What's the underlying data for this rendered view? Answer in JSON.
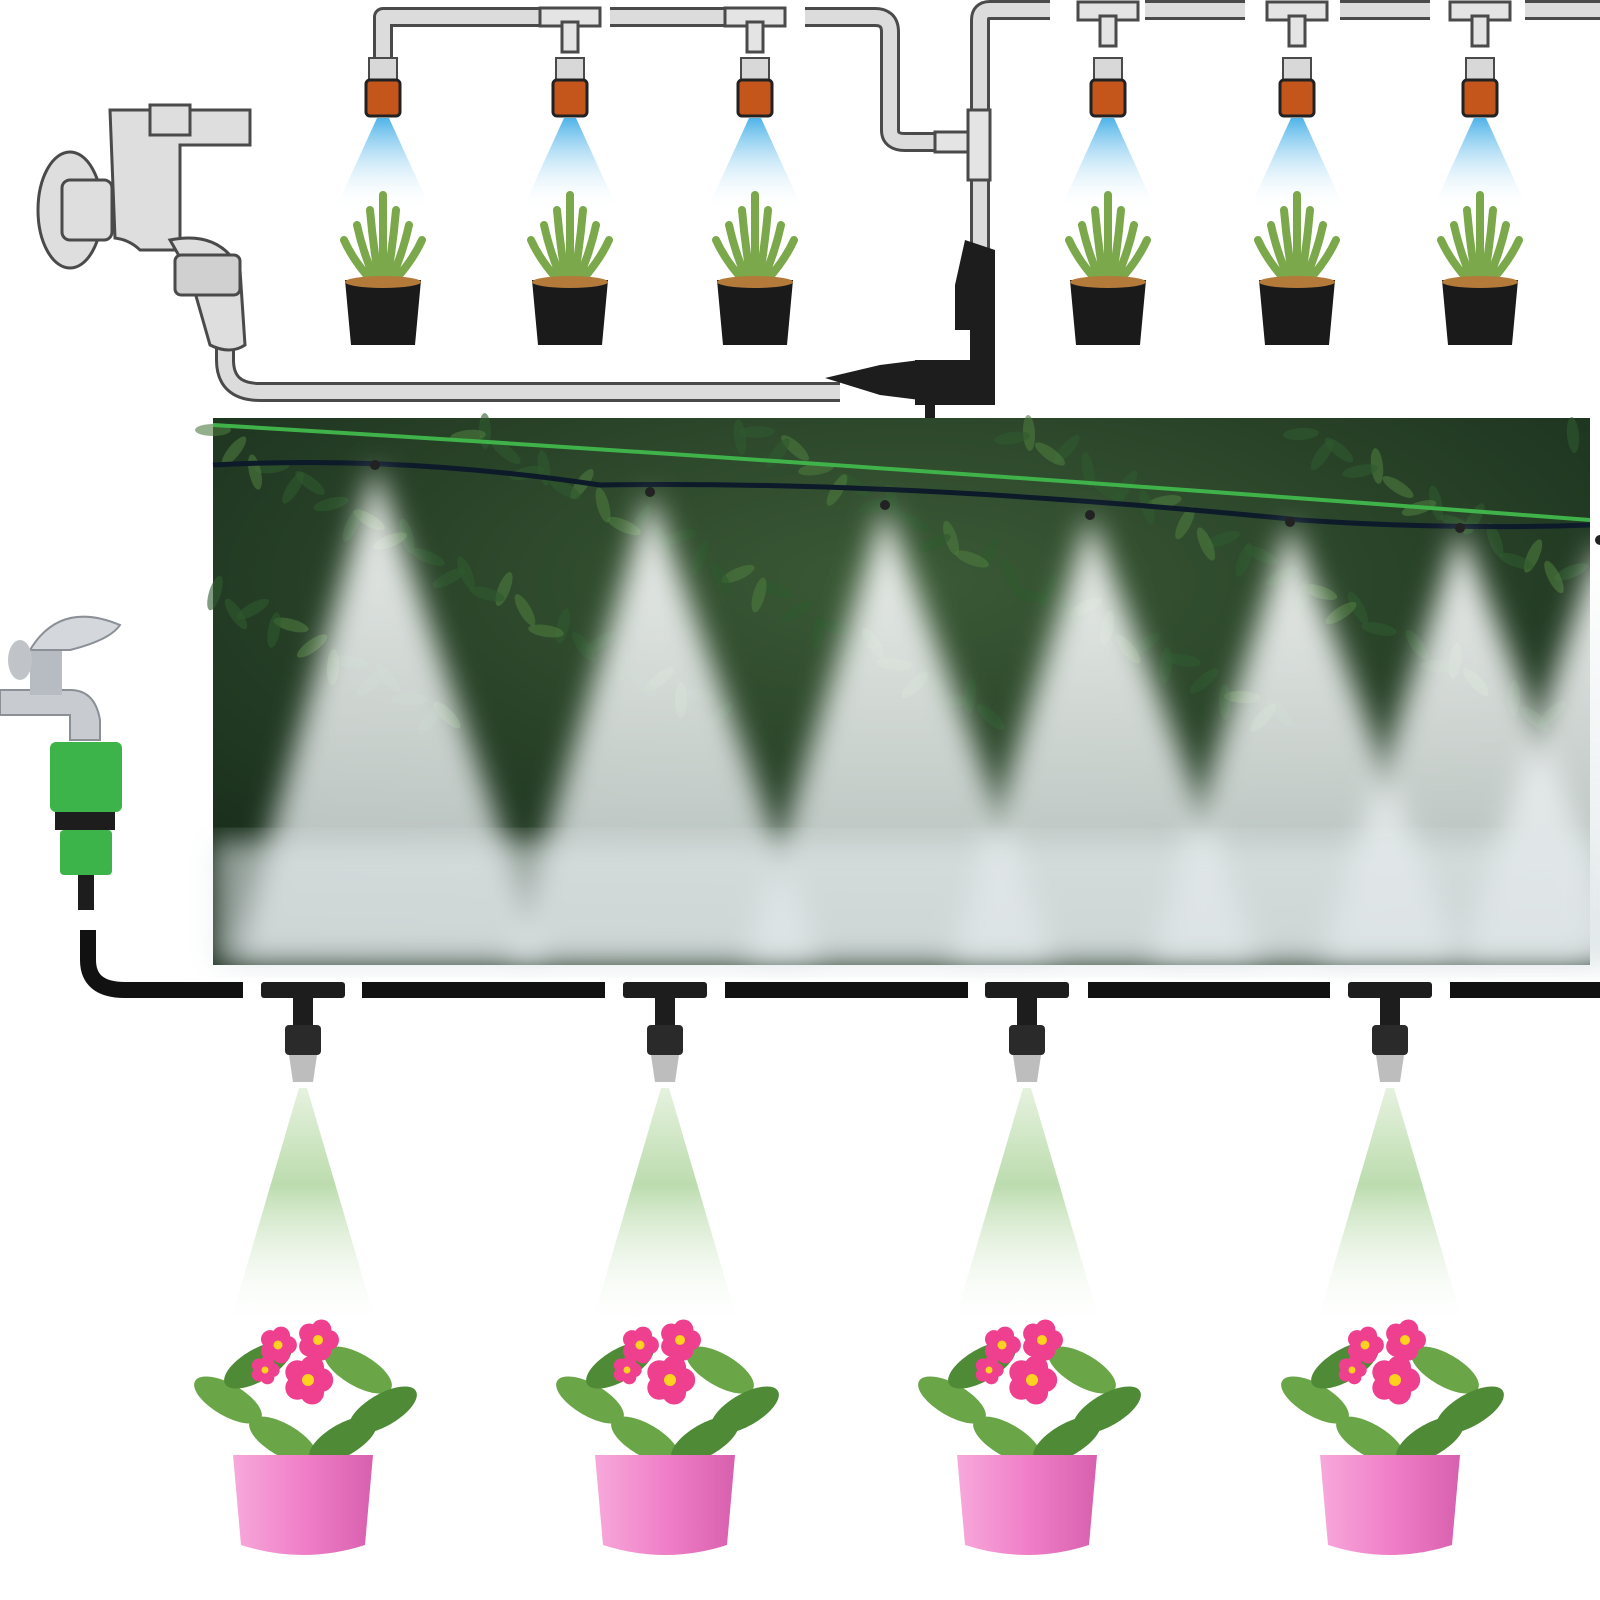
{
  "diagram": {
    "top_section": {
      "pipe_color": "#d9d9d9",
      "pipe_outline": "#4a4a4a",
      "nozzle_color": "#c4561c",
      "spray_color": "#4fb3e8",
      "pot_color": "#1a1a1a",
      "plant_color": "#7aa84a",
      "plant_count": 6,
      "icons": [
        "faucet-icon",
        "tee-connector-icon",
        "elbow-connector-icon",
        "mist-nozzle-icon",
        "potted-succulent-icon"
      ]
    },
    "photo": {
      "subject": "mist-spray-photo",
      "foliage_color": "#1f3a22",
      "mist_color": "#e8eef0",
      "hose_color": "#3fb34a",
      "nozzle_count": 7
    },
    "bottom_section": {
      "hose_color": "#111111",
      "adapter_color": "#3cb44a",
      "nozzle_color": "#bdbdbd",
      "spray_color": "#bcdcae",
      "pot_color": "#f07fc8",
      "flower_color": "#ef3f8f",
      "plant_count": 4,
      "icons": [
        "faucet-icon",
        "quick-adapter-icon",
        "tee-connector-icon",
        "mist-nozzle-icon",
        "potted-flower-icon"
      ]
    }
  }
}
